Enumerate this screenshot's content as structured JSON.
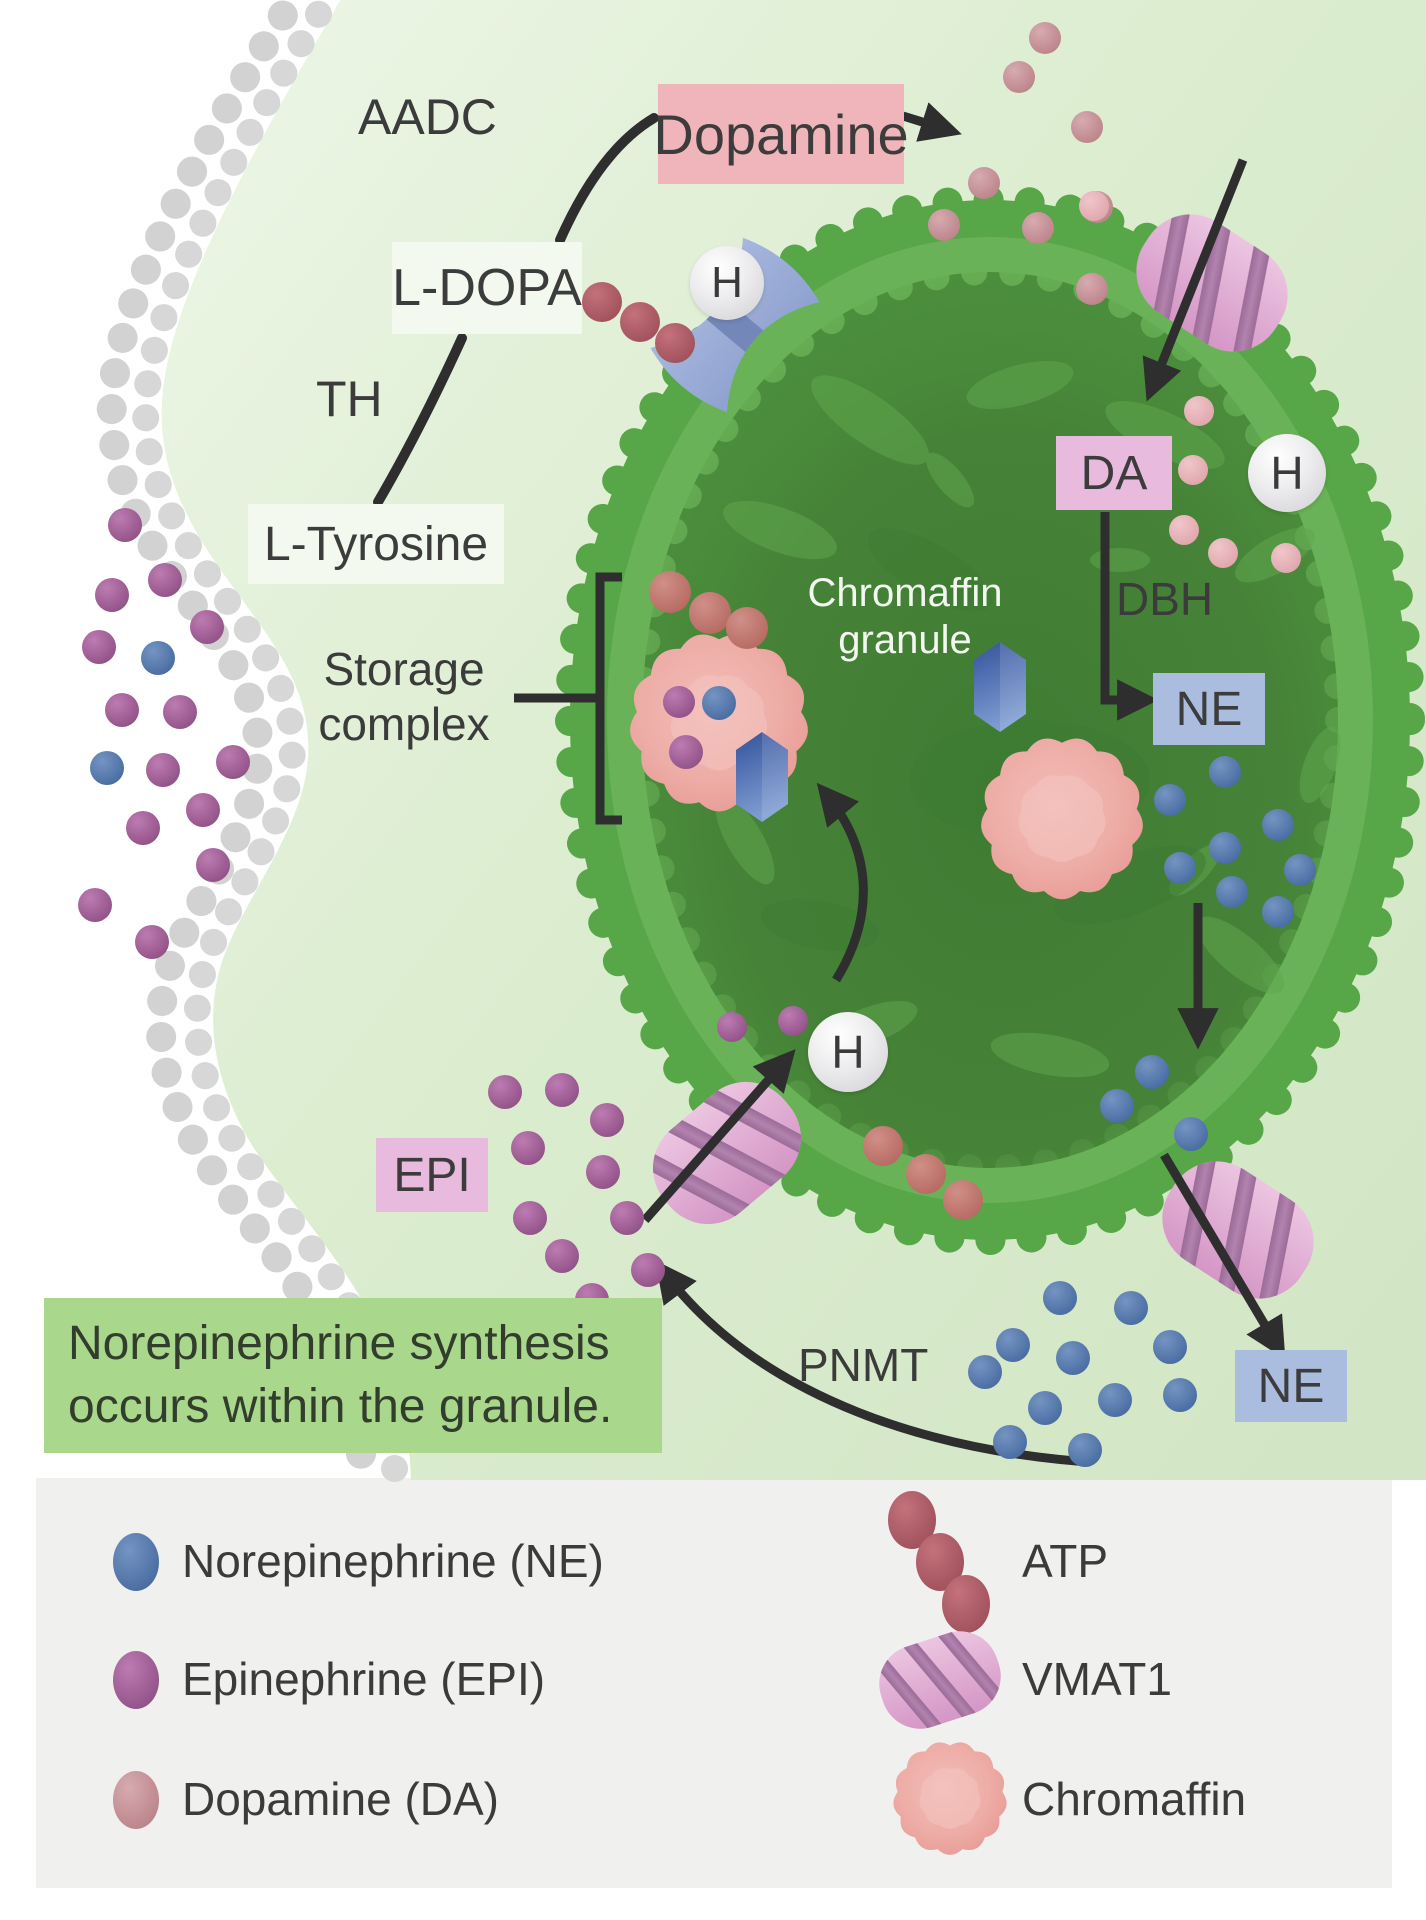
{
  "labels": {
    "aadc": "AADC",
    "dopamine": "Dopamine",
    "l_dopa": "L-DOPA",
    "th": "TH",
    "l_tyrosine": "L-Tyrosine",
    "da": "DA",
    "h": "H",
    "dbh": "DBH",
    "ne": "NE",
    "granule_line1": "Chromaffin",
    "granule_line2": "granule",
    "storage_line1": "Storage",
    "storage_line2": "complex",
    "epi": "EPI",
    "pnmt": "PNMT",
    "ne_exit": "NE",
    "note": "Norepinephrine synthesis occurs within the granule."
  },
  "legend": {
    "left": [
      {
        "name": "norepinephrine",
        "label": "Norepinephrine (NE)",
        "color": "#5b7fb2"
      },
      {
        "name": "epinephrine",
        "label": "Epinephrine (EPI)",
        "color": "#aa5f9c"
      },
      {
        "name": "dopamine",
        "label": "Dopamine (DA)",
        "color": "#d2a3a8"
      }
    ],
    "right": [
      {
        "name": "atp",
        "label": "ATP",
        "color": "#bd6670"
      },
      {
        "name": "vmat1",
        "label": "VMAT1",
        "color": "#ddaad3"
      },
      {
        "name": "chromaffin",
        "label": "Chromaffin",
        "color": "#eda9a4"
      }
    ]
  },
  "colors": {
    "cell_fill": "#dcedd2",
    "membrane": "#d2d2d2",
    "granule_outer": "#57a647",
    "granule_band": "#6ab257",
    "granule_inner": "#4b8e3c",
    "arrow": "#2e2e2e",
    "dopamine_box": "#efb5ba",
    "enzyme_box": "#f3f9ef",
    "da_box": "#e8bade",
    "ne_box": "#aabddf",
    "note_box": "#a9d88c",
    "ne_dot": "#5b7fb2",
    "epi_dot": "#aa5f9c",
    "da_dot": "#cf9ba1",
    "atp_dot": "#b55f6b",
    "hexagon": "#45639f"
  }
}
